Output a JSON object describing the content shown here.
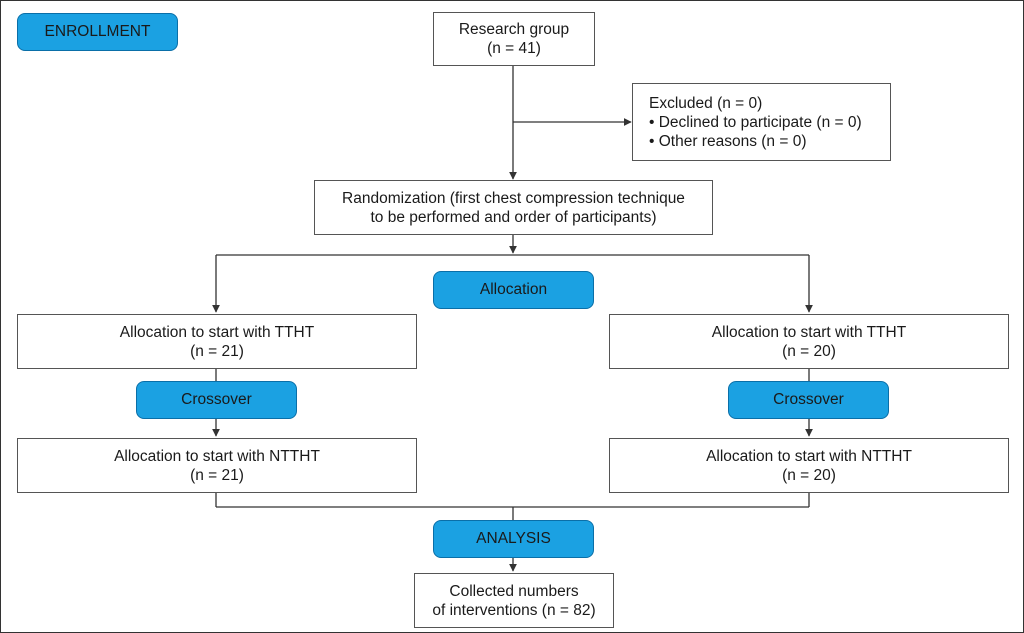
{
  "colors": {
    "pill_fill": "#1ba1e2",
    "pill_border": "#0a6fa8",
    "box_border": "#555555",
    "line": "#333333"
  },
  "labels": {
    "enrollment": "ENROLLMENT",
    "allocation": "Allocation",
    "crossover_left": "Crossover",
    "crossover_right": "Crossover",
    "analysis": "ANALYSIS"
  },
  "boxes": {
    "research_group": {
      "line1": "Research group",
      "line2": "(n = 41)"
    },
    "excluded": {
      "line1": "Excluded (n = 0)",
      "line2": "• Declined to participate (n = 0)",
      "line3": "• Other reasons (n = 0)"
    },
    "randomization": {
      "line1": "Randomization (first chest compression technique",
      "line2": "to be performed and order of participants)"
    },
    "left_start_ttht": {
      "line1": "Allocation to start with TTHT",
      "line2": "(n = 21)"
    },
    "right_start_ttht": {
      "line1": "Allocation to start with TTHT",
      "line2": "(n = 20)"
    },
    "left_start_nttht": {
      "line1": "Allocation to start with NTTHT",
      "line2": "(n = 21)"
    },
    "right_start_nttht": {
      "line1": "Allocation to start with NTTHT",
      "line2": "(n = 20)"
    },
    "collected": {
      "line1": "Collected numbers",
      "line2": "of interventions (n = 82)"
    }
  }
}
